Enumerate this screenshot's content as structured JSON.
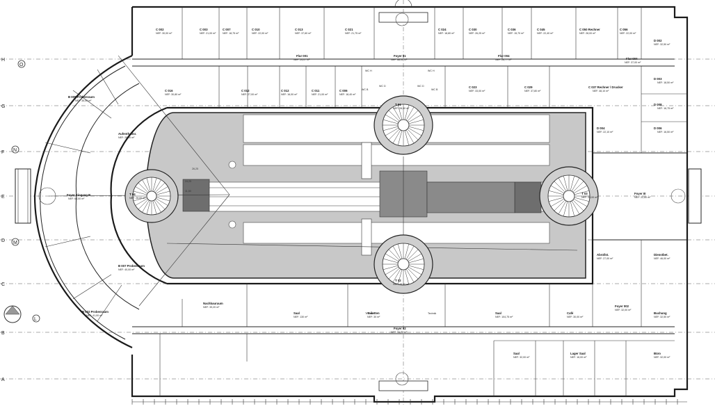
{
  "axes": [
    "H",
    "G",
    "F",
    "E",
    "D",
    "C",
    "B",
    "A"
  ],
  "axis_markers_left": [
    "O",
    "N",
    "M",
    "L"
  ],
  "rooms_top_row": [
    {
      "name": "C 002",
      "area": "NEF: 30,00 m²"
    },
    {
      "name": "C 003",
      "area": "NEF: 21,00 m²"
    },
    {
      "name": "C 007",
      "area": "NEF: 18,75 m²"
    },
    {
      "name": "C 010",
      "area": "NEF: 22,00 m²"
    },
    {
      "name": "C 013",
      "area": "NEF: 37,60 m²"
    },
    {
      "name": "C 021",
      "area": "NEF: 21,75 m²"
    },
    {
      "name": "C 024",
      "area": "NEF: 18,80 m²"
    },
    {
      "name": "C 030",
      "area": "NEF: 26,25 m²"
    },
    {
      "name": "C 036",
      "area": "NEF: 15,70 m²"
    },
    {
      "name": "C 045",
      "area": "NEF: 22,40 m²"
    },
    {
      "name": "C 050 Rechner",
      "area": "NEF: 28,00 m²"
    },
    {
      "name": "C 056",
      "area": "NEF: 22,00 m²"
    },
    {
      "name": "D 002",
      "area": "NEF: 32,50 m²"
    }
  ],
  "rooms_second_row": [
    {
      "name": "C 016",
      "area": "NEF: 30,80 m²"
    },
    {
      "name": "C 012",
      "area": "NEF: 27,00 m²"
    },
    {
      "name": "C 012",
      "area": "NEF: 16,00 m²"
    },
    {
      "name": "C 011",
      "area": "NEF: 21,00 m²"
    },
    {
      "name": "C 006",
      "area": "NEF: 18,40 m²"
    },
    {
      "name": "C 023",
      "area": "NEF: 33,00 m²"
    },
    {
      "name": "C 029",
      "area": "NEF: 37,80 m²"
    },
    {
      "name": "C 037 Rechner / Drucker",
      "area": "NEF: 48,10 m²"
    },
    {
      "name": "D 003",
      "area": "NEF: 18,50 m²"
    }
  ],
  "rooms_right": [
    {
      "name": "D 008",
      "area": "NEF: 16,75 m²"
    },
    {
      "name": "D 004",
      "area": "NEF: 22,10 m²"
    },
    {
      "name": "D 006",
      "area": "NEF: 16,50 m²"
    },
    {
      "name": "Foyer III",
      "area": "NEF: 22,60 m²"
    },
    {
      "name": "Dienstbet.",
      "area": "NEF: 46,00 m²"
    },
    {
      "name": "Abrollst.",
      "area": "NEF: 27,00 m²"
    },
    {
      "name": "Buchung",
      "area": "NEF: 32,50 m²"
    },
    {
      "name": "Büro",
      "area": "NEF: 32,00 m²"
    }
  ],
  "rooms_bottom": [
    {
      "name": "Nachbauraum",
      "area": "NEF: 39,20 m²"
    },
    {
      "name": "Saal",
      "area": "NEF: 130 m²"
    },
    {
      "name": "Toiletten",
      "area": "NEF: 30 m²"
    },
    {
      "name": "Saal",
      "area": "NEF: 104,75 m²"
    },
    {
      "name": "Café",
      "area": "NEF: 30,00 m²"
    },
    {
      "name": "Foyer 002",
      "area": "NEF: 32,00 m²"
    },
    {
      "name": "Saal",
      "area": "NEF: 32,00 m²"
    },
    {
      "name": "Lager Saal",
      "area": "NEF: 16,00 m²"
    }
  ],
  "rooms_left": [
    {
      "name": "B 005 Probenraum",
      "area": "NEF: 35,00 m²"
    },
    {
      "name": "Aufenthaltsr.",
      "area": "NEF: 28,00 m²"
    },
    {
      "name": "Foyer Eingang B",
      "area": "NEF: 66,00 m²"
    },
    {
      "name": "B 007 Probenraum",
      "area": "NEF: 40,00 m²"
    },
    {
      "name": "B 002 Probenraum",
      "area": "NEF: 41,00 m²"
    }
  ],
  "cores": [
    {
      "name": "T 01",
      "area": "NEF: 28,00 m²"
    },
    {
      "name": "T 02",
      "area": "NEF: 28,00 m²"
    },
    {
      "name": "T 03",
      "area": "NEF: 28,00 m²"
    },
    {
      "name": "T 04",
      "area": "NEF: 28,00 m²"
    }
  ],
  "foyers": [
    {
      "name": "Foyer 01",
      "area": "NEF: 88,00 m²"
    },
    {
      "name": "Foyer 02",
      "area": "NEF: 91,70 m²"
    },
    {
      "name": "Flur 001",
      "area": "NEF: 24,07 m²"
    },
    {
      "name": "Flur 004",
      "area": "NEF: 26,77 m²"
    },
    {
      "name": "Flur 004",
      "area": "NEF: 37,00 m²"
    }
  ],
  "wc_labels": [
    "WC H",
    "WC D",
    "WC B",
    "WC H",
    "WC D",
    "WC B",
    "Technik",
    "Technik"
  ],
  "dimensions": [
    "26,25",
    "24,25",
    "11,50"
  ],
  "colors": {
    "court": "#c8c8c8",
    "block": "#8a8a8a",
    "wall": "#1a1a1a"
  }
}
